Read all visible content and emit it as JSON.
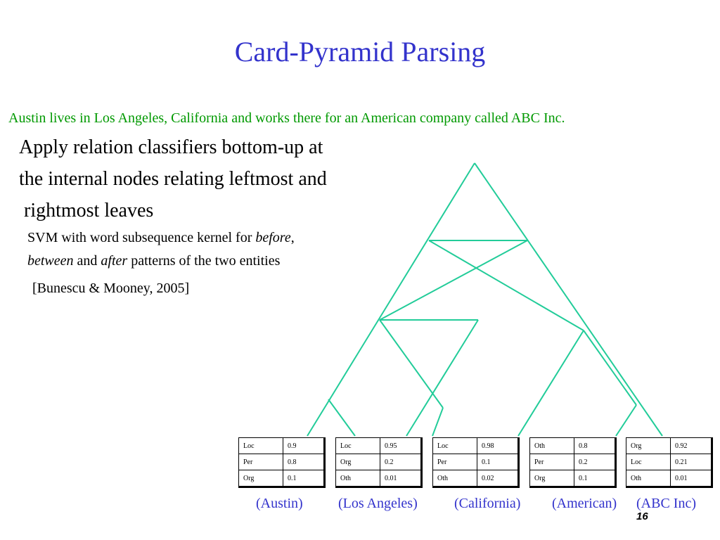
{
  "slide": {
    "title": "Card-Pyramid Parsing",
    "sentence": "Austin lives in Los Angeles, California and works there for an American company called ABC Inc.",
    "bullet_lines": [
      "Apply relation classifiers bottom-up at",
      "the internal nodes relating leftmost and",
      " rightmost leaves"
    ],
    "sub_bullet": {
      "line1_prefix": "SVM with word subsequence kernel for ",
      "line1_italic": "before",
      "line1_suffix": ",",
      "line2_italic1": "between",
      "line2_mid": " and ",
      "line2_italic2": "after",
      "line2_suffix": " patterns of the two entities"
    },
    "citation": "[Bunescu & Mooney, 2005]",
    "page_number": "16"
  },
  "tables": [
    {
      "entity": "(Austin)",
      "rows": [
        {
          "label": "Loc",
          "value": "0.9"
        },
        {
          "label": "Per",
          "value": "0.8"
        },
        {
          "label": "Org",
          "value": "0.1"
        }
      ]
    },
    {
      "entity": "(Los Angeles)",
      "rows": [
        {
          "label": "Loc",
          "value": "0.95"
        },
        {
          "label": "Org",
          "value": "0.2"
        },
        {
          "label": "Oth",
          "value": "0.01"
        }
      ]
    },
    {
      "entity": "(California)",
      "rows": [
        {
          "label": "Loc",
          "value": "0.98"
        },
        {
          "label": "Per",
          "value": "0.1"
        },
        {
          "label": "Oth",
          "value": "0.02"
        }
      ]
    },
    {
      "entity": "(American)",
      "rows": [
        {
          "label": "Oth",
          "value": "0.8"
        },
        {
          "label": "Per",
          "value": "0.2"
        },
        {
          "label": "Org",
          "value": "0.1"
        }
      ]
    },
    {
      "entity": "(ABC Inc)",
      "rows": [
        {
          "label": "Org",
          "value": "0.92"
        },
        {
          "label": "Loc",
          "value": "0.21"
        },
        {
          "label": "Oth",
          "value": "0.01"
        }
      ]
    }
  ],
  "colors": {
    "title": "#3333cc",
    "sentence": "#009900",
    "pyramid_lines": "#22cc99",
    "entity_labels": "#3333cc"
  }
}
